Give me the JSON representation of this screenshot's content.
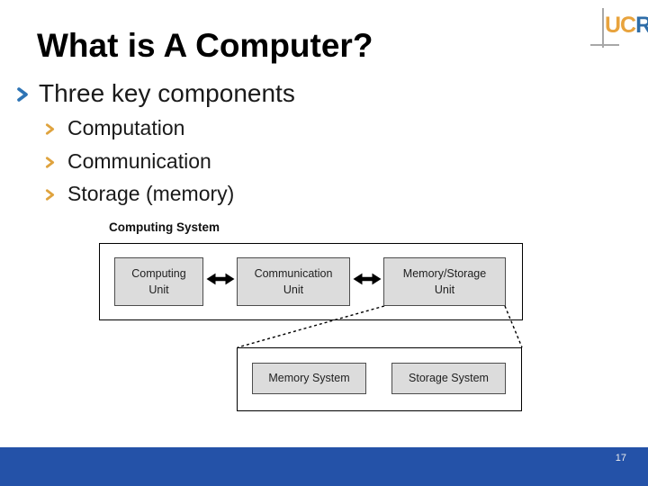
{
  "slide": {
    "title": "What is A Computer?",
    "logo": {
      "uc": "UC",
      "r": "R"
    },
    "bullets": {
      "level1": "Three key components",
      "items": [
        "Computation",
        "Communication",
        "Storage (memory)"
      ]
    },
    "diagram": {
      "label": "Computing System",
      "unit_boxes": [
        {
          "line1": "Computing",
          "line2": "Unit"
        },
        {
          "line1": "Communication",
          "line2": "Unit"
        },
        {
          "line1": "Memory/Storage",
          "line2": "Unit"
        }
      ],
      "system_boxes": [
        {
          "label": "Memory System"
        },
        {
          "label": "Storage System"
        }
      ]
    },
    "footer": {
      "page_number": "17"
    },
    "colors": {
      "footer_blue": "#2452a8",
      "bullet_blue": "#2e74b5",
      "bullet_gold": "#dfa33e",
      "logo_gold": "#e8a33d",
      "logo_blue": "#2e6da8",
      "box_fill": "#dcdcdc",
      "box_border": "#4d4d4d"
    }
  }
}
